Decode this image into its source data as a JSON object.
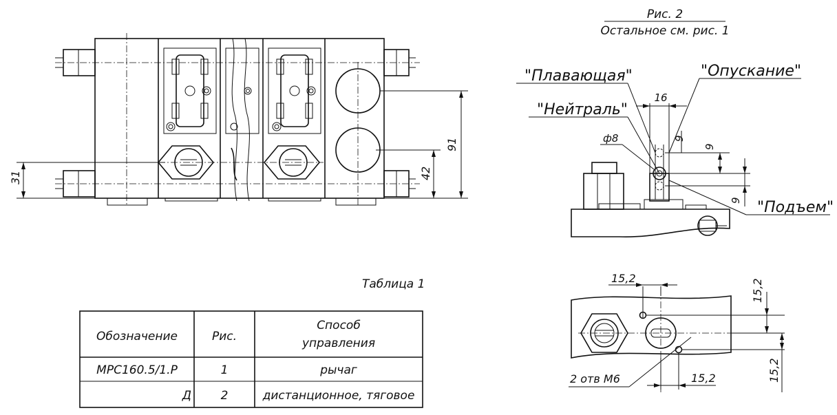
{
  "fig2": {
    "caption": "Рис. 2",
    "note": "Остальное см. рис. 1",
    "positions": {
      "float": "\"Плавающая\"",
      "lower": "\"Опускание\"",
      "neutral": "\"Нейтраль\"",
      "raise": "\"Подъем\""
    },
    "dims": {
      "d16": "16",
      "phi8": "ф8",
      "d9a": "9",
      "d9b": "9",
      "d9c": "9"
    }
  },
  "fig1": {
    "dims": {
      "d31": "31",
      "d42": "42",
      "d91": "91"
    }
  },
  "detail": {
    "dims": {
      "d15_2_top": "15,2",
      "d15_2_right": "15,2",
      "d15_2_bottom": "15,2",
      "d15_2_lower_right": "15,2"
    },
    "holes_label": "2 отв М6"
  },
  "table": {
    "title": "Таблица 1",
    "headers": [
      "Обозначение",
      "Рис.",
      "Способ управления"
    ],
    "header_lines": {
      "method_line1": "Способ",
      "method_line2": "управления"
    },
    "rows": [
      {
        "designation": "МРС160.5/1.Р",
        "fig": "1",
        "method": "рычаг"
      },
      {
        "designation": "Д",
        "fig": "2",
        "method": "дистанционное, тяговое"
      }
    ]
  }
}
